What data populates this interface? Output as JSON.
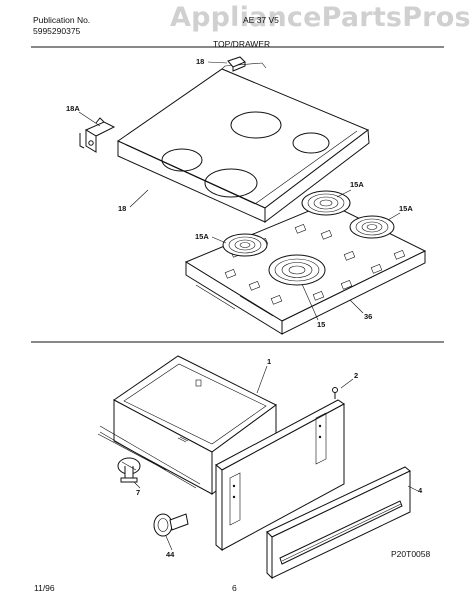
{
  "header": {
    "publication_label": "Publication No.",
    "publication_number": "5995290375",
    "model": "AE 37 V5",
    "section_title": "TOP/DRAWER"
  },
  "watermark": {
    "text": "AppliancePartsPros.com"
  },
  "callouts": {
    "c18_top": "18",
    "c18a": "18A",
    "c18_bottom": "18",
    "c15a_top": "15A",
    "c15a_right": "15A",
    "c15a_left": "15A",
    "c36": "36",
    "c15": "15",
    "c1": "1",
    "c2": "2",
    "c4": "4",
    "c7": "7",
    "c44": "44"
  },
  "diagram_code": "P20T0058",
  "footer": {
    "date": "11/96",
    "page": "6"
  }
}
